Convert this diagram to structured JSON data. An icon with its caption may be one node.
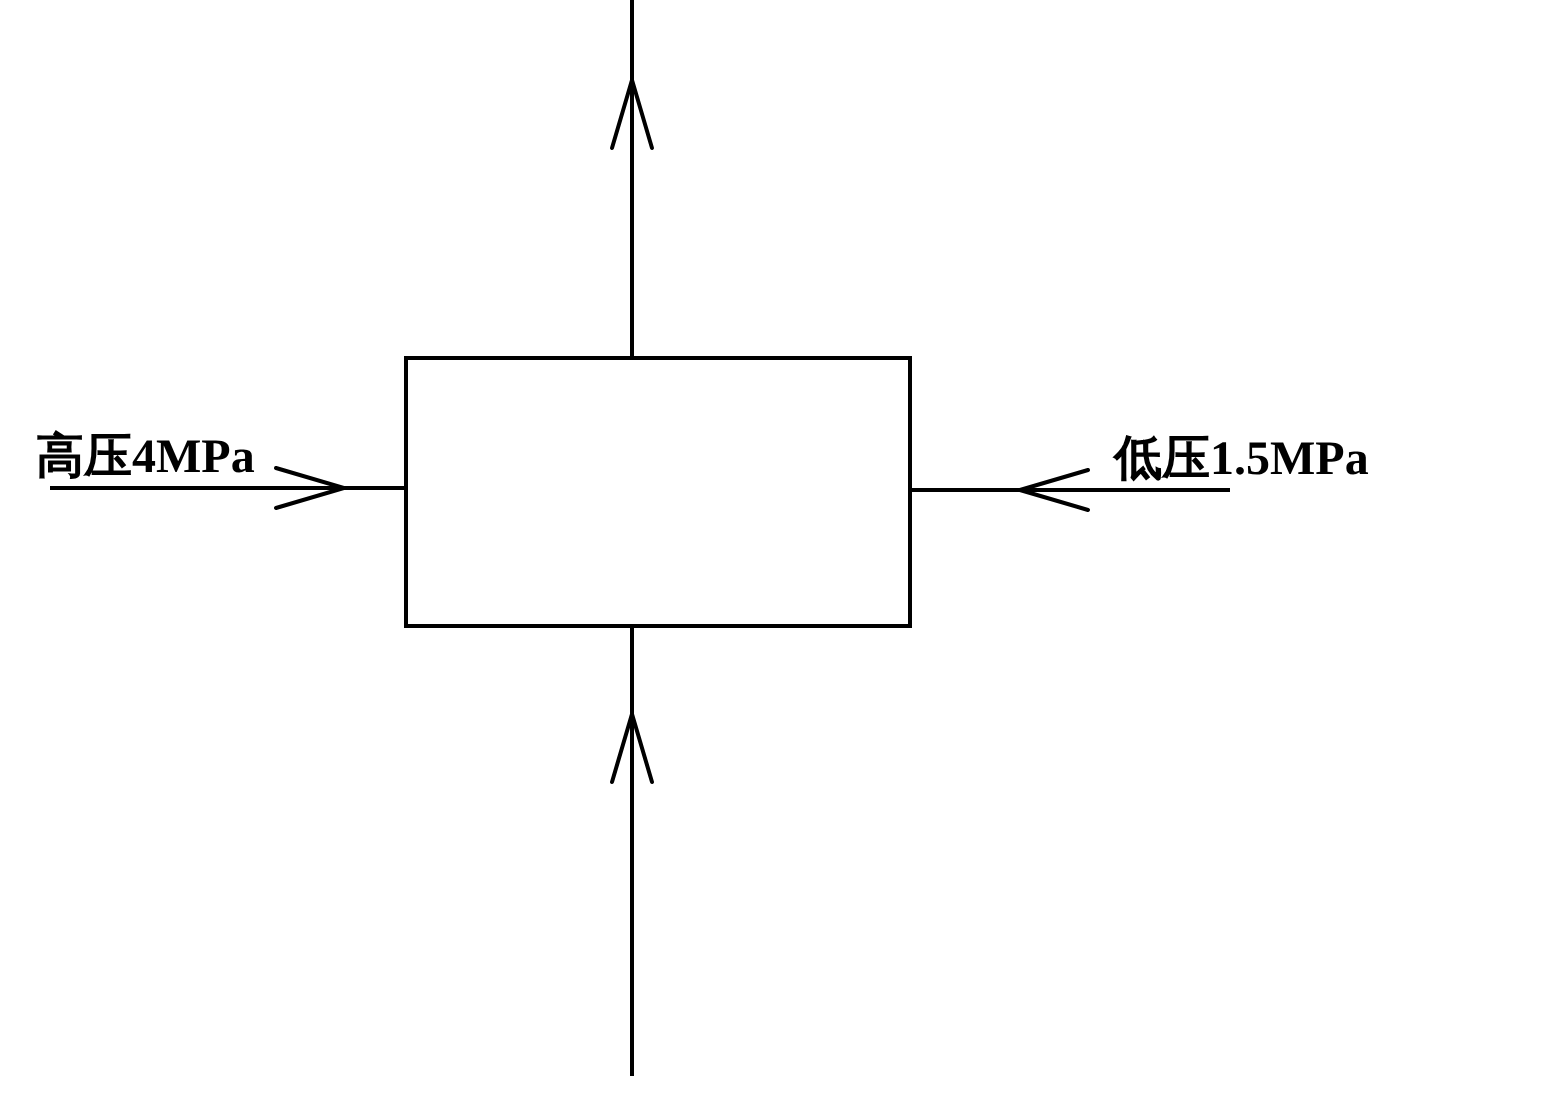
{
  "diagram": {
    "nodes": [
      {
        "text": [],
        "shape": "box"
      },
      {
        "text": [
          "高压4MPa"
        ]
      },
      {
        "text": [
          "低压1.5MPa"
        ]
      }
    ],
    "edges": [
      {
        "from": 1,
        "to": 0,
        "arrow": "to"
      },
      {
        "from": 2,
        "to": 0,
        "arrow": "to"
      },
      {
        "from": null,
        "to": 0,
        "arrow": "to"
      },
      {
        "from": 0,
        "to": null,
        "arrow": "to"
      }
    ]
  }
}
